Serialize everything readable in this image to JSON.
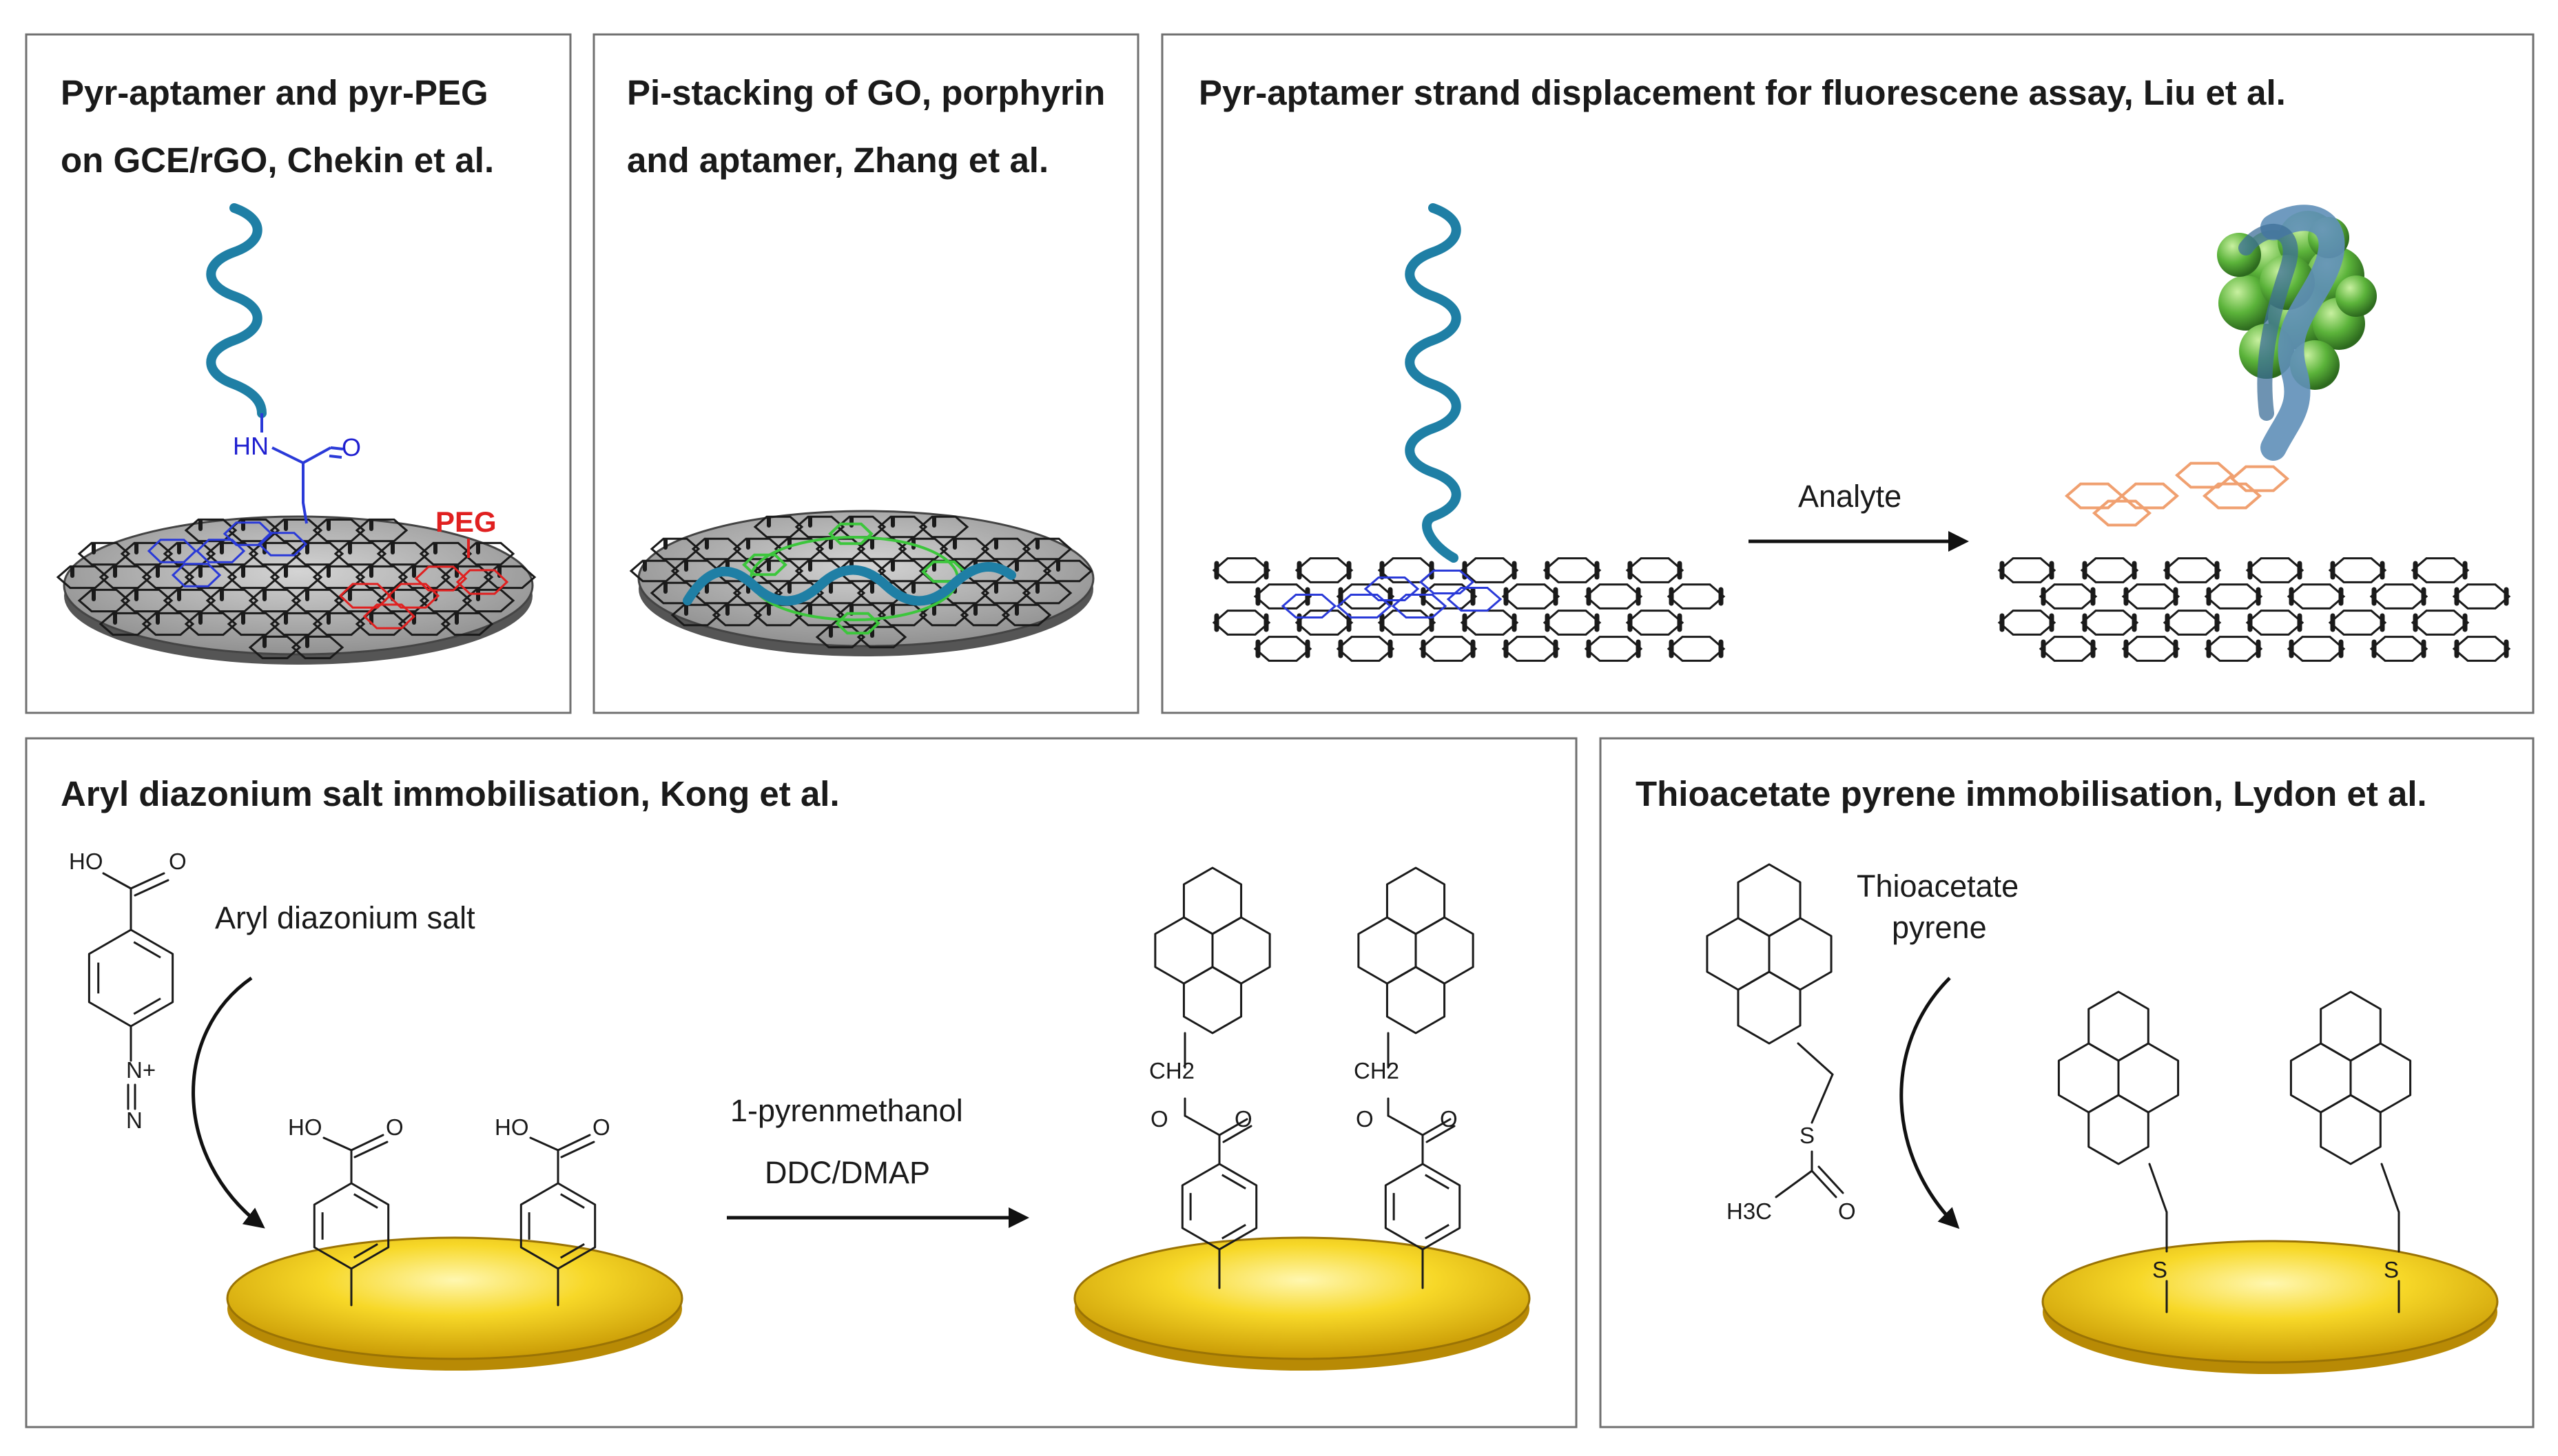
{
  "panels": [
    {
      "title_lines": [
        "Pyr-aptamer and pyr-PEG",
        "on GCE/rGO, Chekin et al."
      ]
    },
    {
      "title_lines": [
        "Pi-stacking of GO, porphyrin",
        "and aptamer, Zhang et al."
      ]
    },
    {
      "title_lines": [
        "Pyr-aptamer strand displacement for fluorescene assay, Liu et al."
      ]
    },
    {
      "title_lines": [
        "Aryl diazonium salt immobilisation, Kong et al."
      ]
    },
    {
      "title_lines": [
        "Thioacetate pyrene immobilisation, Lydon et al."
      ]
    }
  ],
  "labels": {
    "peg": "PEG",
    "hn": "HN",
    "o": "O",
    "analyte": "Analyte",
    "aryl_diazonium_salt": "Aryl diazonium salt",
    "reagent_1": "1-pyrenmethanol",
    "reagent_2": "DDC/DMAP",
    "thioacetate_1": "Thioacetate",
    "thioacetate_2": "pyrene",
    "ho": "HO",
    "ch2": "CH2",
    "s": "S",
    "h3c": "H3C",
    "diazo_n_plus": "N+",
    "diazo_n": "N"
  },
  "colors": {
    "frame": "#707070",
    "graphene": "#1a1a1a",
    "pyrene_blue": "#2a3ad8",
    "peg_red": "#e02020",
    "porphyrin_green": "#3cc63c",
    "dna_teal": "#1f7fa5",
    "pyrene_orange": "#f0a070",
    "gold": "#f5d020",
    "disk_gray": "#9a9a9a"
  }
}
